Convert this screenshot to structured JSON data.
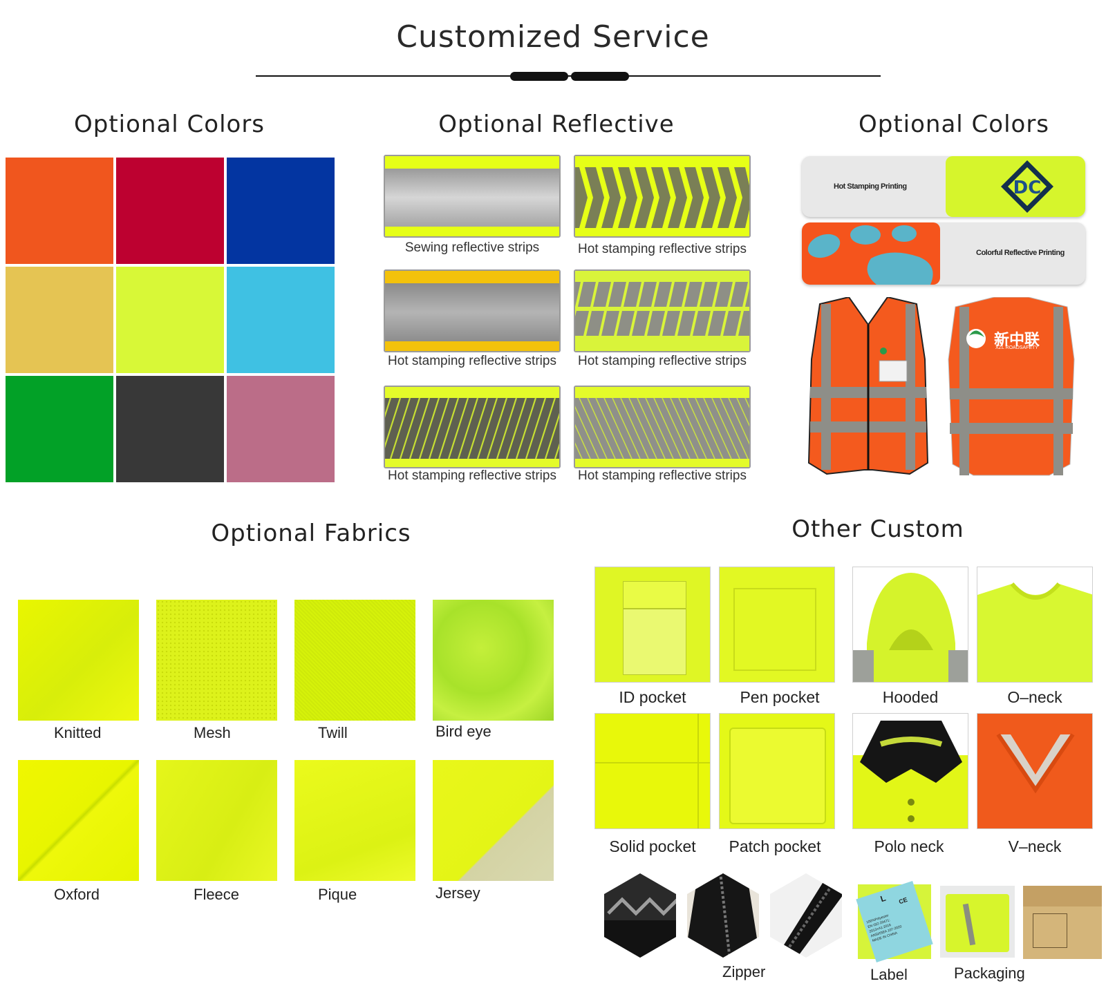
{
  "header": {
    "title": "Customized Service"
  },
  "colors_left": {
    "title": "Optional Colors",
    "swatches": [
      "#f0561e",
      "#bd0130",
      "#0335a1",
      "#e5c453",
      "#d8f837",
      "#3fc1e3",
      "#02a127",
      "#383838",
      "#bb6d88"
    ]
  },
  "reflective": {
    "title": "Optional  Reflective",
    "strips": [
      {
        "caption": "Sewing reflective strips"
      },
      {
        "caption": "Hot stamping reflective strips"
      },
      {
        "caption": "Hot stamping reflective strips"
      },
      {
        "caption": "Hot stamping reflective strips"
      },
      {
        "caption": "Hot stamping reflective strips"
      },
      {
        "caption": "Hot stamping reflective strips"
      }
    ]
  },
  "colors_right": {
    "title": "Optional Colors",
    "hot_stamping": "Hot Stamping Printing",
    "colorful_reflective": "Colorful Reflective Printing",
    "vest_brand_cn": "新中联",
    "vest_brand_en": "XZL ROADSAFETY"
  },
  "fabrics": {
    "title": "Optional Fabrics",
    "items": [
      {
        "label": "Knitted"
      },
      {
        "label": "Mesh"
      },
      {
        "label": "Twill"
      },
      {
        "label": "Bird eye"
      },
      {
        "label": "Oxford"
      },
      {
        "label": "Fleece"
      },
      {
        "label": "Pique"
      },
      {
        "label": "Jersey"
      }
    ]
  },
  "other": {
    "title": "Other Custom",
    "items": [
      {
        "label": "ID pocket"
      },
      {
        "label": "Pen pocket"
      },
      {
        "label": "Hooded"
      },
      {
        "label": "O–neck"
      },
      {
        "label": "Solid pocket"
      },
      {
        "label": "Patch pocket"
      },
      {
        "label": "Polo neck"
      },
      {
        "label": "V–neck"
      }
    ],
    "zipper": "Zipper",
    "label": "Label",
    "packaging": "Packaging",
    "label_tag": {
      "size": "L",
      "lines": [
        "100%Polyester",
        "EN ISO 20471:",
        "2013+A1:2016",
        "ANSI/ISEA 107-2020",
        "MADE IN CHINA"
      ],
      "ce": "CE"
    }
  }
}
